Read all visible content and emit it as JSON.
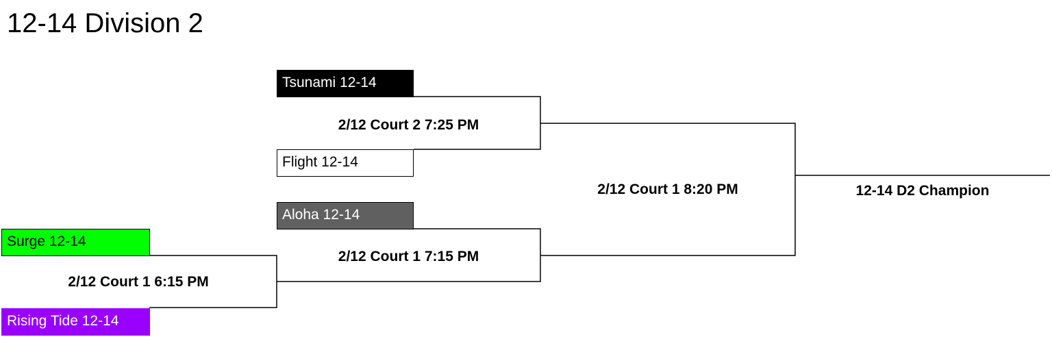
{
  "title": "12-14 Division 2",
  "teams": {
    "tsunami": {
      "name": "Tsunami 12-14",
      "bg": "#000000",
      "fg": "#ffffff"
    },
    "flight": {
      "name": "Flight 12-14",
      "bg": "#ffffff",
      "fg": "#000000"
    },
    "aloha": {
      "name": "Aloha 12-14",
      "bg": "#606060",
      "fg": "#ffffff"
    },
    "surge": {
      "name": "Surge 12-14",
      "bg": "#00ff00",
      "fg": "#000000"
    },
    "rising_tide": {
      "name": "Rising Tide 12-14",
      "bg": "#9900ff",
      "fg": "#ffffff"
    }
  },
  "games": {
    "round1": "2/12 Court 1 6:15 PM",
    "semi_top": "2/12 Court 2 7:25 PM",
    "semi_bottom": "2/12 Court 1 7:15 PM",
    "final": "2/12 Court 1 8:20 PM"
  },
  "champion": "12-14 D2 Champion"
}
